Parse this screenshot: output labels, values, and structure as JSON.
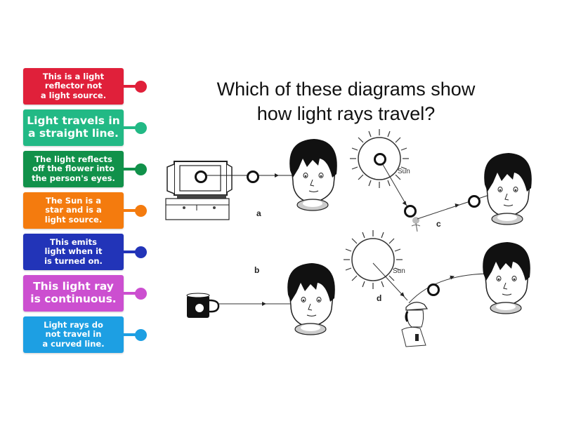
{
  "question": {
    "line1": "Which of these diagrams show",
    "line2": "how light rays travel?"
  },
  "labels": [
    {
      "text": "This is a light\nreflector not\na light source.",
      "color": "#e0203a"
    },
    {
      "text": "Light travels in\na straight line.",
      "color": "#22b985"
    },
    {
      "text": "The light reflects\noff the flower into\nthe person's eyes.",
      "color": "#11914a"
    },
    {
      "text": "The Sun is a\nstar and is a\nlight source.",
      "color": "#f47b0e"
    },
    {
      "text": "This emits\nlight when it\nis turned on.",
      "color": "#2234b8"
    },
    {
      "text": "This light ray\nis continuous.",
      "color": "#cc4fd0"
    },
    {
      "text": "Light rays do\nnot travel in\na curved line.",
      "color": "#1d9fe3"
    }
  ],
  "figures": {
    "a": {
      "letter": "a"
    },
    "b": {
      "letter": "b"
    },
    "c": {
      "letter": "c",
      "sun_label": "Sun"
    },
    "d": {
      "letter": "d",
      "sun_label": "Sun"
    }
  },
  "drop_targets": [
    {
      "name": "tv-screen"
    },
    {
      "name": "ray-a"
    },
    {
      "name": "sun-c"
    },
    {
      "name": "flower-c"
    },
    {
      "name": "ray-c"
    },
    {
      "name": "mug-b"
    },
    {
      "name": "ray-d"
    }
  ]
}
